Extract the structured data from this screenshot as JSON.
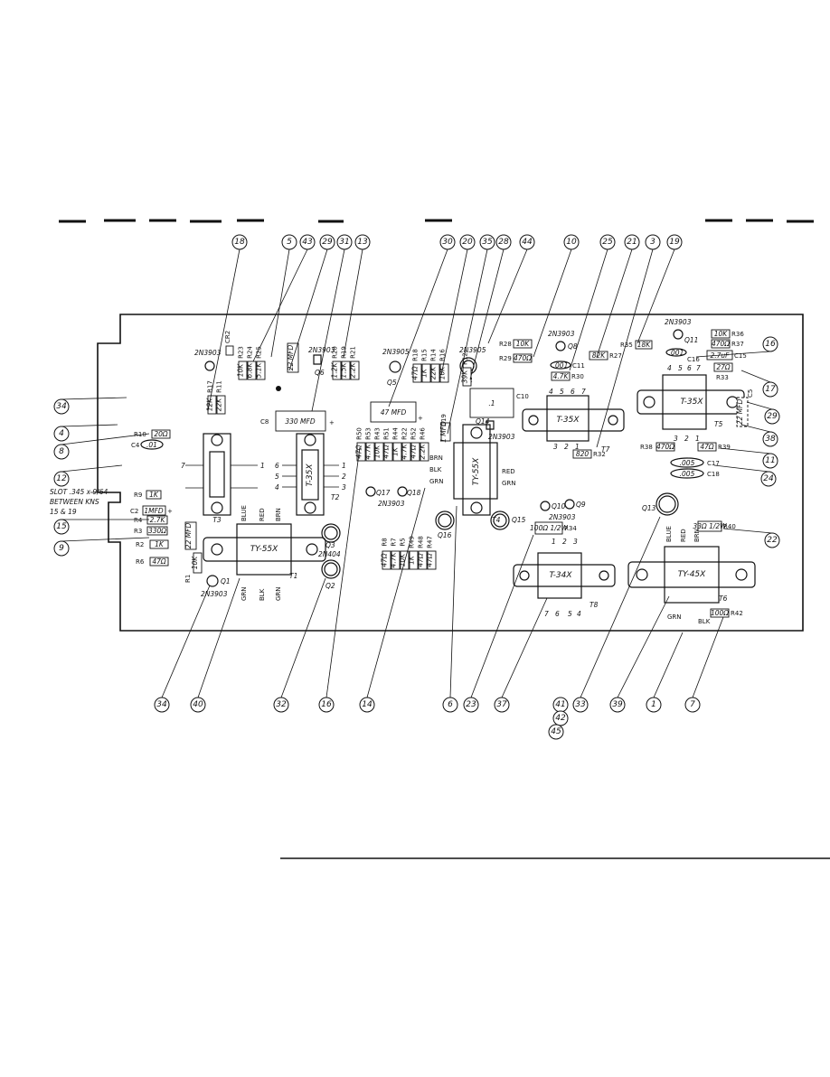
{
  "callouts_top": [
    "18",
    "5",
    "43",
    "29",
    "31",
    "13",
    "30",
    "20",
    "35",
    "28",
    "44",
    "10",
    "25",
    "21",
    "3",
    "19"
  ],
  "callouts_left": [
    "34",
    "4",
    "8",
    "12",
    "15",
    "9"
  ],
  "callouts_right": [
    "16",
    "17",
    "29",
    "38",
    "11",
    "24",
    "22"
  ],
  "callouts_bottom": [
    "34",
    "40",
    "32",
    "16",
    "14",
    "6",
    "23",
    "37",
    "41",
    "42",
    "45",
    "33",
    "39",
    "1",
    "7"
  ],
  "transformers": {
    "t3": "T3",
    "t2_body": "T-35X",
    "t2": "T2",
    "t1_body": "TY-55X",
    "t1": "T1",
    "t4_body": "TY-55X",
    "t4": "T4",
    "t7_body": "T-35X",
    "t7": "T7",
    "t5_body": "T-35X",
    "t5": "T5",
    "t8_body": "T-34X",
    "t8": "T8",
    "t6_body": "TY-45X",
    "t6": "T6"
  },
  "capacitors": {
    "c8_value": "330 MFD",
    "c8": "C8",
    "c6_value": "47 MFD",
    "c10_value": ".1",
    "c10": "C10",
    "c17_value": ".005",
    "c17": "C17",
    "c18_value": ".005",
    "c18": "C18",
    "c4_value": ".01",
    "c4": "C4",
    "c2_value": "1MFD",
    "c2": "C2",
    "c11_value": ".001",
    "c11": "C11",
    "c16_value": ".001",
    "c16": "C16",
    "c15_value": "2.7uF",
    "c15": "C15",
    "c9_value": "22 MFD",
    "c3_value": "22 MFD",
    "c19_value": "1 MFD",
    "c19": "C19",
    "c5_value": "22 MFD",
    "c5": "C5"
  },
  "transistors": {
    "q1": "Q1",
    "q1_type": "2N3903",
    "q2": "Q2",
    "q2_type": "2N404",
    "q3": "Q3",
    "q4": "Q4",
    "q5": "Q5",
    "q6": "Q6",
    "q8": "Q8",
    "q8_type": "2N3903",
    "q9": "Q9",
    "q10": "Q10",
    "q10_type": "2N3903",
    "q11": "Q11",
    "q11_type": "2N3903",
    "q13": "Q13",
    "q14": "Q14",
    "q14_type": "2N3903",
    "q15": "Q15",
    "q16": "Q16",
    "q17": "Q17",
    "q18": "Q18",
    "q17_type": "2N3903",
    "q_top_left_type": "2N3903",
    "q6_type": "2N3903",
    "q5_type": "2N3905",
    "q4_type": "2N3905"
  },
  "resistors": {
    "r10": "R10",
    "r10_value": "20Ω",
    "r9": "R9",
    "r9_value": "1K",
    "r4": "R4",
    "r4_value": "2.7K",
    "r3": "R3",
    "r3_value": "330Ω",
    "r2": "R2",
    "r2_value": "1K",
    "r6": "R6",
    "r6_value": "47Ω",
    "r1": "R1",
    "r1_value": "10K",
    "r28": "R28",
    "r28_value": "10K",
    "r29": "R29",
    "r29_value": "470Ω",
    "r27": "R27",
    "r27_value": "82K",
    "r30": "R30",
    "r30_value": "4.7K",
    "r32": "R32",
    "r32_value": "820",
    "r35": "R35",
    "r35_value": "18K",
    "r36": "R36",
    "r36_value": "10K",
    "r37": "R37",
    "r37_value": "470Ω",
    "r38": "R38",
    "r38_value": "470Ω",
    "r39": "R39",
    "r39_value": "47Ω",
    "r40": "R40",
    "r40_value": "33Ω 1/2W",
    "r42": "R42",
    "r42_value": "100Ω",
    "r34": "R34",
    "r34_value": "100Ω 1/2W",
    "r33": "R33",
    "r33_value": "27Ω"
  },
  "vertical_resistor_groups": [
    {
      "labels": [
        "R17",
        "R11"
      ],
      "values": [
        "12K",
        "22K"
      ]
    },
    {
      "labels": [
        "R23",
        "R24",
        "R25"
      ],
      "values": [
        "10K",
        "6.8K",
        "5.1K"
      ]
    },
    {
      "labels": [
        "R20",
        "R19",
        "R21"
      ],
      "values": [
        "1.2K",
        "1.5K",
        "2.2K"
      ]
    },
    {
      "labels": [
        "R18",
        "R15",
        "R14",
        "R16"
      ],
      "values": [
        "47Ω",
        "1K",
        "22K",
        "10K"
      ]
    },
    {
      "labels": [
        "R12"
      ],
      "values": [
        "39K"
      ]
    },
    {
      "labels": [
        "R50",
        "R53",
        "R43",
        "R51",
        "R44",
        "R22",
        "R52",
        "R46"
      ],
      "values": [
        "47Ω",
        "4.7K",
        "10K",
        "47Ω",
        "1K",
        "4.7K",
        "47Ω",
        "2.2K"
      ]
    },
    {
      "labels": [
        "R8",
        "R7",
        "R5",
        "R49",
        "R48",
        "R47"
      ],
      "values": [
        "47Ω",
        "4.7K",
        "10K",
        "1K",
        "47Ω",
        "47Ω"
      ]
    }
  ],
  "diode": {
    "label": "CR2"
  },
  "wire_labels": {
    "blue": "BLUE",
    "red": "RED",
    "brn": "BRN",
    "grn": "GRN",
    "blk": "BLK"
  },
  "slot_note": [
    "SLOT .345 x 9/64",
    "BETWEEN KNS",
    "15 & 19"
  ],
  "pins": {
    "one": "1",
    "two": "2",
    "three": "3",
    "four": "4",
    "five": "5",
    "six": "6",
    "seven": "7"
  }
}
